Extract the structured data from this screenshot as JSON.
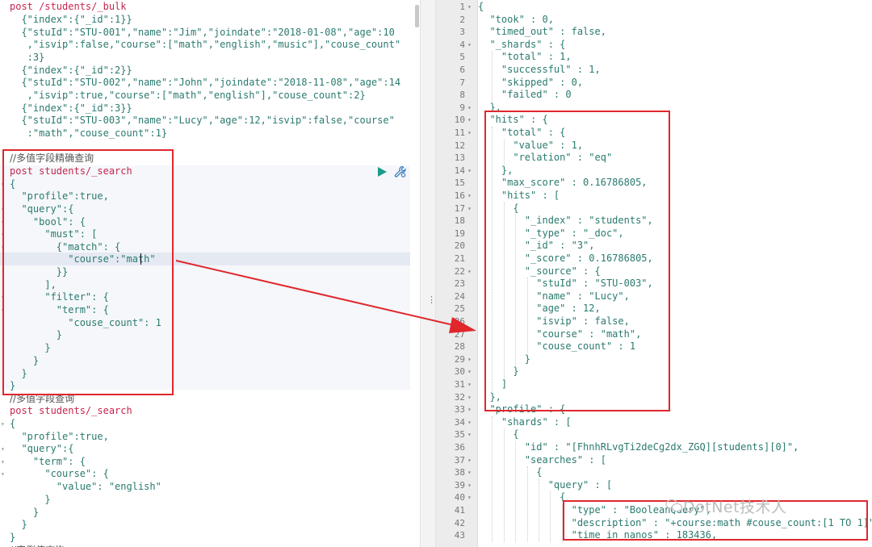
{
  "left_editor": {
    "lines": [
      "post /students/_bulk",
      "  {\"index\":{\"_id\":1}}",
      "  {\"stuId\":\"STU-001\",\"name\":\"Jim\",\"joindate\":\"2018-01-08\",\"age\":10",
      "   ,\"isvip\":false,\"course\":[\"math\",\"english\",\"music\"],\"couse_count\"",
      "   :3}",
      "  {\"index\":{\"_id\":2}}",
      "  {\"stuId\":\"STU-002\",\"name\":\"John\",\"joindate\":\"2018-11-08\",\"age\":14",
      "   ,\"isvip\":true,\"course\":[\"math\",\"english\"],\"couse_count\":2}",
      "  {\"index\":{\"_id\":3}}",
      "  {\"stuId\":\"STU-003\",\"name\":\"Lucy\",\"age\":12,\"isvip\":false,\"course\"",
      "   :\"math\",\"couse_count\":1}",
      "",
      "//多值字段精确查询",
      "post students/_search",
      "{",
      "  \"profile\":true,",
      "  \"query\":{",
      "    \"bool\": {",
      "      \"must\": [",
      "        {\"match\": {",
      "          \"course\":\"math\"",
      "        }}",
      "      ],",
      "      \"filter\": {",
      "        \"term\": {",
      "          \"couse_count\": 1",
      "        }",
      "      }",
      "    }",
      "  }",
      "}",
      "//多值字段查询",
      "post students/_search",
      "{",
      "  \"profile\":true,",
      "  \"query\":{",
      "    \"term\": {",
      "      \"course\": {",
      "        \"value\": \"english\"",
      "      }",
      "    }",
      "  }",
      "}",
      "//实例值查询"
    ]
  },
  "right_output": {
    "lines": [
      "{",
      "  \"took\" : 0,",
      "  \"timed_out\" : false,",
      "  \"_shards\" : {",
      "    \"total\" : 1,",
      "    \"successful\" : 1,",
      "    \"skipped\" : 0,",
      "    \"failed\" : 0",
      "  },",
      "  \"hits\" : {",
      "    \"total\" : {",
      "      \"value\" : 1,",
      "      \"relation\" : \"eq\"",
      "    },",
      "    \"max_score\" : 0.16786805,",
      "    \"hits\" : [",
      "      {",
      "        \"_index\" : \"students\",",
      "        \"_type\" : \"_doc\",",
      "        \"_id\" : \"3\",",
      "        \"_score\" : 0.16786805,",
      "        \"_source\" : {",
      "          \"stuId\" : \"STU-003\",",
      "          \"name\" : \"Lucy\",",
      "          \"age\" : 12,",
      "          \"isvip\" : false,",
      "          \"course\" : \"math\",",
      "          \"couse_count\" : 1",
      "        }",
      "      }",
      "    ]",
      "  },",
      "  \"profile\" : {",
      "    \"shards\" : [",
      "      {",
      "        \"id\" : \"[FhnhRLvgTi2deCg2dx_ZGQ][students][0]\",",
      "        \"searches\" : [",
      "          {",
      "            \"query\" : [",
      "              {",
      "                \"type\" : \"BooleanQuery\",",
      "                \"description\" : \"+course:math #couse_count:[1 TO 1]\",",
      "                \"time_in_nanos\" : 183436,"
    ],
    "line_numbers": [
      "1",
      "2",
      "3",
      "4",
      "5",
      "6",
      "7",
      "8",
      "9",
      "10",
      "11",
      "12",
      "13",
      "14",
      "15",
      "16",
      "17",
      "18",
      "19",
      "20",
      "21",
      "22",
      "23",
      "24",
      "25",
      "26",
      "27",
      "28",
      "29",
      "30",
      "31",
      "32",
      "33",
      "34",
      "35",
      "36",
      "37",
      "38",
      "39",
      "40",
      "41",
      "42",
      "43"
    ],
    "fold_marks": [
      "1",
      "4",
      "9",
      "10",
      "11",
      "14",
      "16",
      "17",
      "22",
      "29",
      "30",
      "31",
      "32",
      "33",
      "34",
      "35",
      "37",
      "38",
      "39",
      "40"
    ]
  },
  "watermark": {
    "text": "DotNet技术人"
  },
  "colors": {
    "annotation_red": "#e0272c",
    "run_green": "#1c9b8c",
    "wrench_blue": "#3b7bbf"
  },
  "icons": {
    "run": "play-icon",
    "settings": "wrench-icon",
    "watermark_logo": "wechat-icon"
  }
}
